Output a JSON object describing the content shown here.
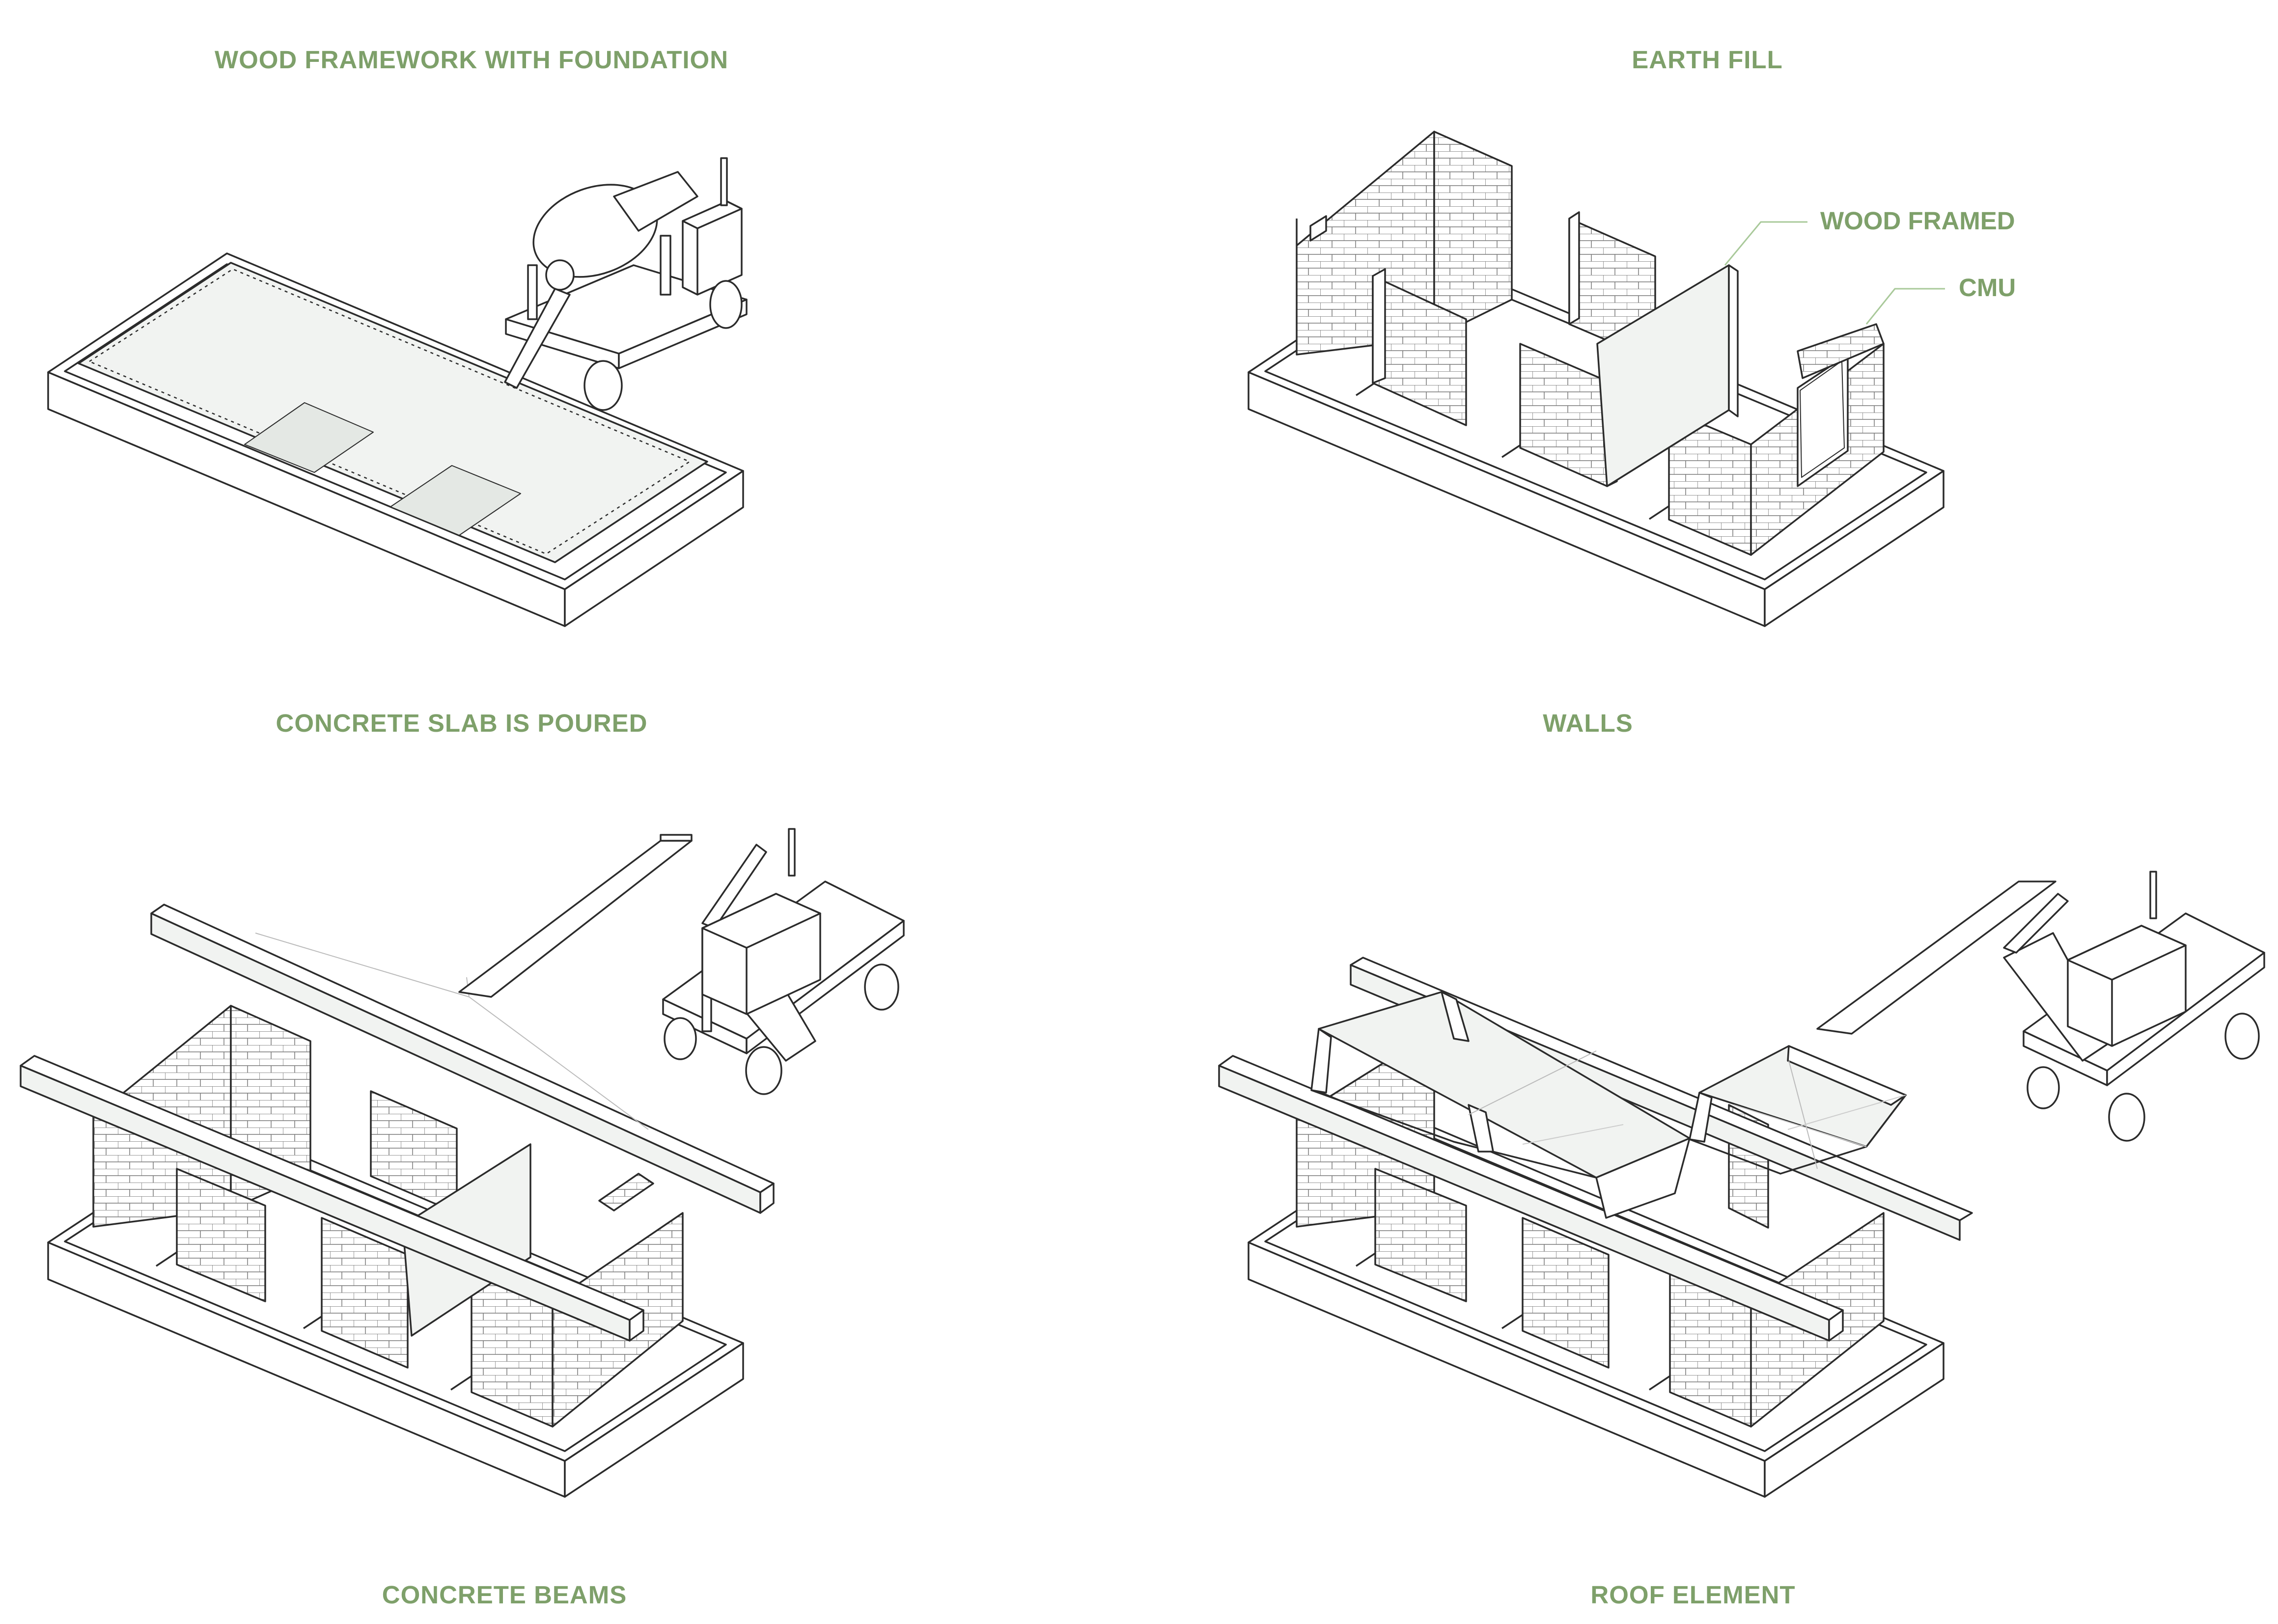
{
  "colors": {
    "label": "#7ea06a",
    "line": "#2b2b2b",
    "fill": "#f1f3f1",
    "leader": "#a9c99a"
  },
  "captions": {
    "wood_framework": "WOOD FRAMEWORK WITH FOUNDATION",
    "earth_fill": "EARTH FILL",
    "concrete_slab": "CONCRETE SLAB IS POURED",
    "walls": "WALLS",
    "concrete_beams": "CONCRETE BEAMS",
    "roof_element": "ROOF ELEMENT"
  },
  "callouts": {
    "wood_framed": "WOOD FRAMED",
    "cmu": "CMU"
  },
  "panels": [
    {
      "id": "slab-pour",
      "vehicle": "cement-mixer"
    },
    {
      "id": "walls",
      "vehicle": "none"
    },
    {
      "id": "beams",
      "vehicle": "crane"
    },
    {
      "id": "roof",
      "vehicle": "crane"
    }
  ]
}
